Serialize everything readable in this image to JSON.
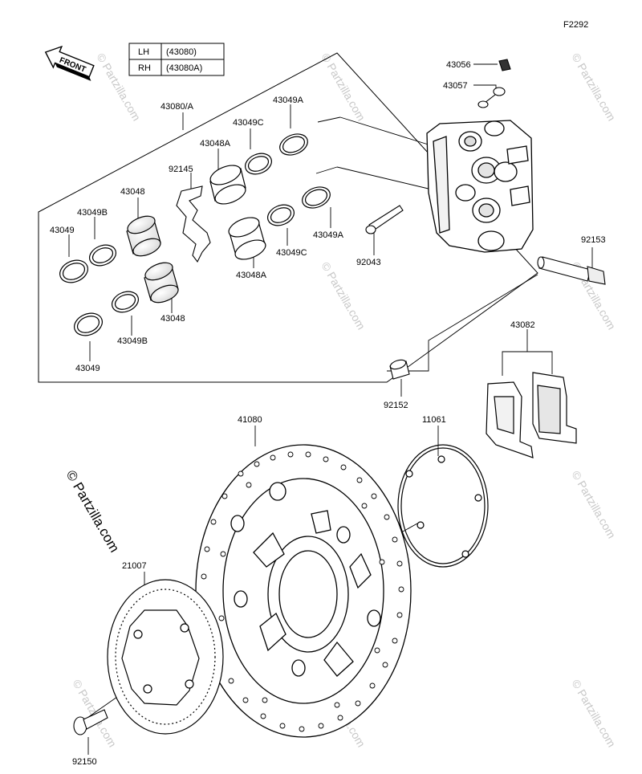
{
  "diagram_code": "F2292",
  "front_label": "FRONT",
  "side_table": [
    {
      "side": "LH",
      "part": "(43080)"
    },
    {
      "side": "RH",
      "part": "(43080A)"
    }
  ],
  "watermark": "© Partzilla.com",
  "parts": {
    "p43080": "43080/A",
    "p43049A_top": "43049A",
    "p43049C_top": "43049C",
    "p43048A_top": "43048A",
    "p92145": "92145",
    "p43048_top": "43048",
    "p43049B_top": "43049B",
    "p43049_top": "43049",
    "p43049A_right": "43049A",
    "p43049C_low": "43049C",
    "p43048A_low": "43048A",
    "p43048_low": "43048",
    "p43049B_low": "43049B",
    "p43049_low": "43049",
    "p43056": "43056",
    "p43057": "43057",
    "p92043": "92043",
    "p92153": "92153",
    "p43082": "43082",
    "p92152": "92152",
    "p41080": "41080",
    "p11061": "11061",
    "p21007": "21007",
    "p92150": "92150"
  }
}
